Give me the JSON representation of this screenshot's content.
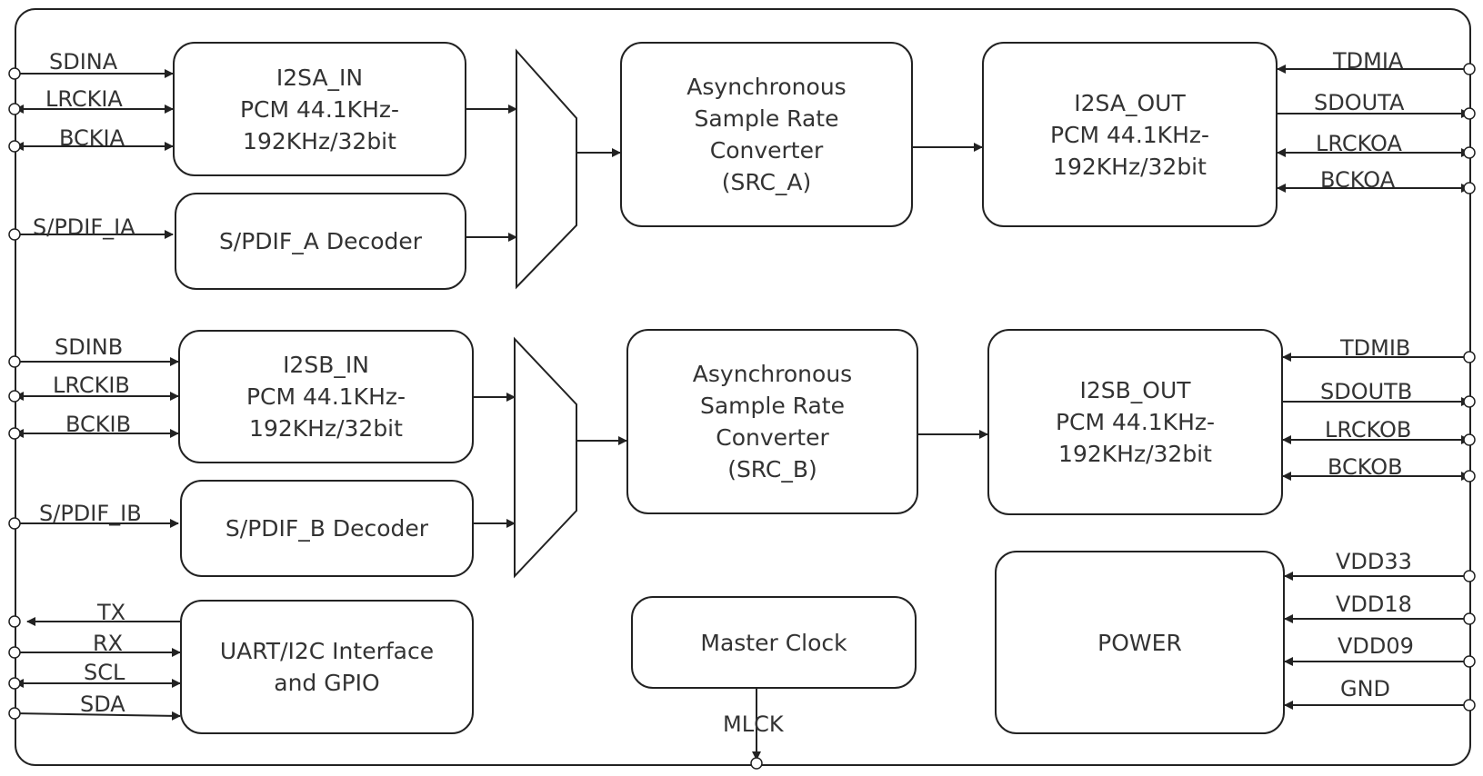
{
  "diagram": {
    "blocks": {
      "i2sa_in": [
        "I2SA_IN",
        "PCM 44.1KHz-",
        "192KHz/32bit"
      ],
      "spdif_a": [
        "S/PDIF_A Decoder"
      ],
      "src_a": [
        "Asynchronous",
        "Sample Rate",
        "Converter",
        "(SRC_A)"
      ],
      "i2sa_out": [
        "I2SA_OUT",
        "PCM 44.1KHz-",
        "192KHz/32bit"
      ],
      "i2sb_in": [
        "I2SB_IN",
        "PCM 44.1KHz-",
        "192KHz/32bit"
      ],
      "spdif_b": [
        "S/PDIF_B Decoder"
      ],
      "src_b": [
        "Asynchronous",
        "Sample Rate",
        "Converter",
        "(SRC_B)"
      ],
      "i2sb_out": [
        "I2SB_OUT",
        "PCM 44.1KHz-",
        "192KHz/32bit"
      ],
      "uart": [
        "UART/I2C  Interface",
        "and GPIO"
      ],
      "mclk": [
        "Master Clock"
      ],
      "power": [
        "POWER"
      ]
    },
    "pins": {
      "sdina": "SDINA",
      "lrckia": "LRCKIA",
      "bckia": "BCKIA",
      "spdif_ia": "S/PDIF_IA",
      "sdinb": "SDINB",
      "lrckib": "LRCKIB",
      "bckib": "BCKIB",
      "spdif_ib": "S/PDIF_IB",
      "tx": "TX",
      "rx": "RX",
      "scl": "SCL",
      "sda": "SDA",
      "tdmia": "TDMIA",
      "sdouta": "SDOUTA",
      "lrckoa": "LRCKOA",
      "bckoa": "BCKOA",
      "tdmib": "TDMIB",
      "sdoutb": "SDOUTB",
      "lrckob": "LRCKOB",
      "bckob": "BCKOB",
      "vdd33": "VDD33",
      "vdd18": "VDD18",
      "vdd09": "VDD09",
      "gnd": "GND",
      "mlck": "MLCK"
    },
    "colors": {
      "line": "#222222",
      "text": "#333333",
      "background": "#ffffff"
    }
  }
}
